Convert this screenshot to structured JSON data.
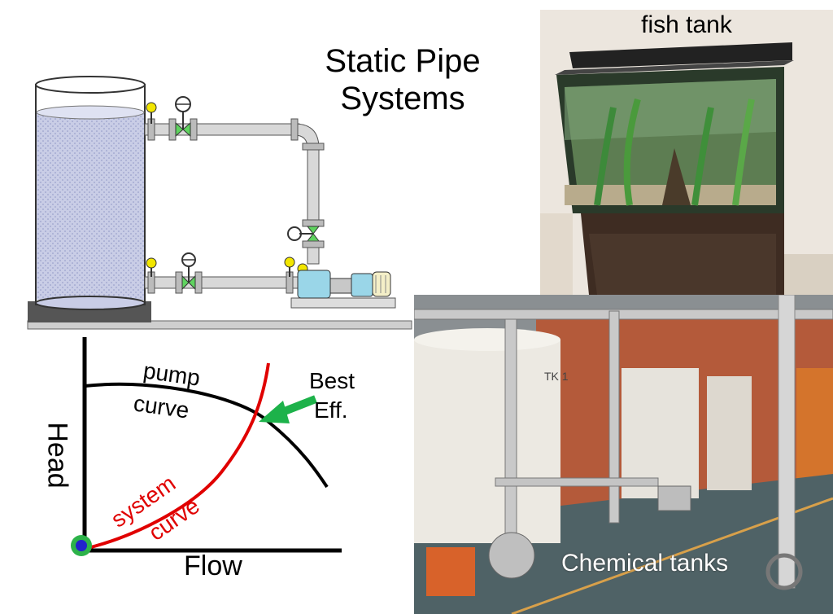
{
  "title_line1": "Static Pipe",
  "title_line2": "Systems",
  "fish_tank_label": "fish tank",
  "chemical_tanks_label": "Chemical tanks",
  "graph": {
    "y_label": "Head",
    "x_label": "Flow",
    "pump_curve_line1": "pump",
    "pump_curve_line2": "curve",
    "system_curve_line1": "system",
    "system_curve_line2": "curve",
    "best_eff_line1": "Best",
    "best_eff_line2": "Eff."
  },
  "colors": {
    "system_curve": "#e00000",
    "pump_curve": "#000000",
    "arrow": "#1db24a",
    "origin_dot_fill": "#2222cc",
    "origin_dot_ring": "#2db34a",
    "pipe": "#d8d8d8",
    "liquid": "#c9cde6",
    "pump_body": "#9ad6e8"
  }
}
